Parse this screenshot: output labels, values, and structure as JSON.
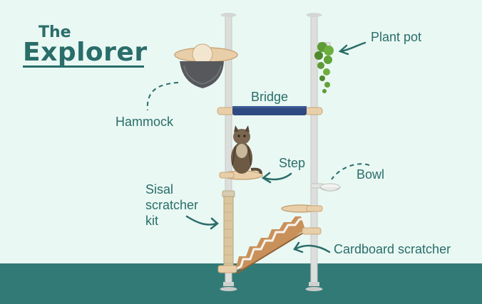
{
  "title": {
    "line1": "The",
    "line2": "Explorer"
  },
  "labels": {
    "plant_pot": "Plant pot",
    "hammock": "Hammock",
    "bridge": "Bridge",
    "step": "Step",
    "bowl": "Bowl",
    "sisal_line1": "Sisal",
    "sisal_line2": "scratcher",
    "sisal_line3": "kit",
    "cardboard": "Cardboard scratcher"
  },
  "colors": {
    "background": "#e9f8f3",
    "floor": "#327a76",
    "text": "#2a6d69",
    "pole": "#dcdedc",
    "wood": "#e8cfa9",
    "bridge": "#2f4a82"
  }
}
